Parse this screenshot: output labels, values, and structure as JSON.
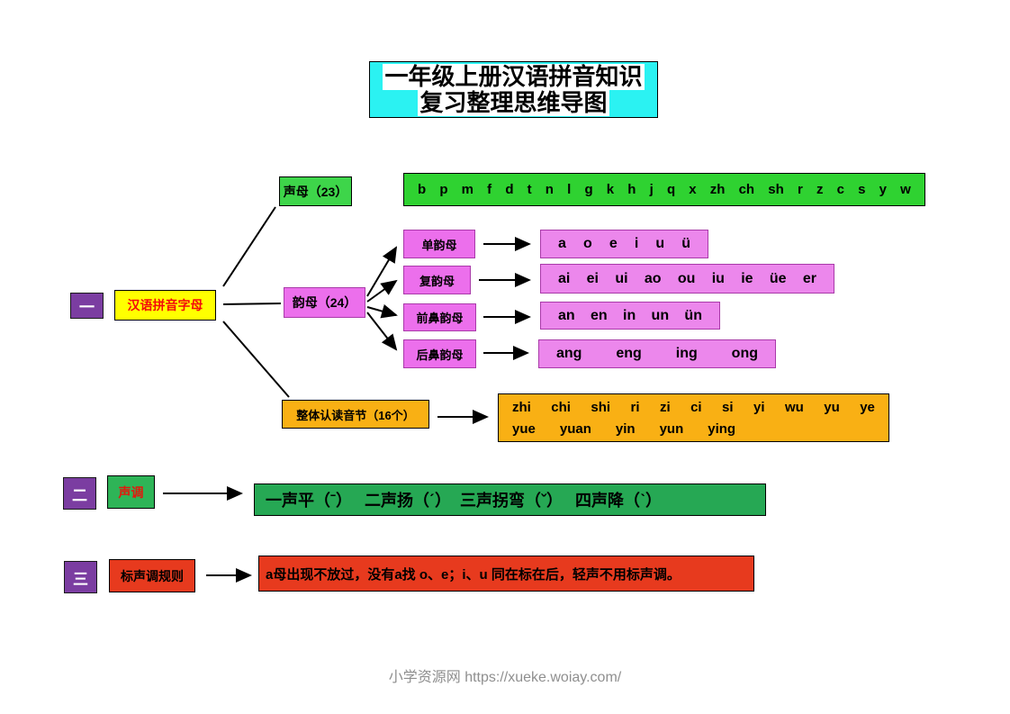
{
  "title": {
    "line1": "一年级上册汉语拼音知识",
    "line2": "复习整理思维导图"
  },
  "map": {
    "section1": {
      "index": "一",
      "root": "汉语拼音字母",
      "shengmu": {
        "label": "声母（23）",
        "letters": [
          "b",
          "p",
          "m",
          "f",
          "d",
          "t",
          "n",
          "l",
          "g",
          "k",
          "h",
          "j",
          "q",
          "x",
          "zh",
          "ch",
          "sh",
          "r",
          "z",
          "c",
          "s",
          "y",
          "w"
        ]
      },
      "yunmu": {
        "label": "韵母（24）",
        "dan": {
          "label": "单韵母",
          "letters": [
            "a",
            "o",
            "e",
            "i",
            "u",
            "ü"
          ]
        },
        "fu": {
          "label": "复韵母",
          "letters": [
            "ai",
            "ei",
            "ui",
            "ao",
            "ou",
            "iu",
            "ie",
            "üe",
            "er"
          ]
        },
        "qian": {
          "label": "前鼻韵母",
          "letters": [
            "an",
            "en",
            "in",
            "un",
            "ün"
          ]
        },
        "hou": {
          "label": "后鼻韵母",
          "letters": [
            "ang",
            "eng",
            "ing",
            "ong"
          ]
        }
      },
      "zhengti": {
        "label": "整体认读音节（16个）",
        "line1": [
          "zhi",
          "chi",
          "shi",
          "ri",
          "zi",
          "ci",
          "si",
          "yi",
          "wu",
          "yu",
          "ye"
        ],
        "line2": [
          "yue",
          "yuan",
          "yin",
          "yun",
          "ying"
        ]
      }
    },
    "section2": {
      "index": "二",
      "root": "声调",
      "content": "一声平（ˉ）　 二声扬（ˊ）  三声拐弯（ˇ）　 四声降（ˋ）"
    },
    "section3": {
      "index": "三",
      "root": "标声调规则",
      "content": "a母出现不放过，没有a找 o、e；i、u 同在标在后，轻声不用标声调。"
    }
  },
  "footer": "小学资源网 https://xueke.woiay.com/",
  "colors": {
    "title_bg": "#2bf2f2",
    "index_purple": "#7b3da1",
    "root_yellow": "#ffff00",
    "root_text_red": "#f40b0b",
    "green_label": "#3ed54a",
    "green_content": "#2fd231",
    "green_tone_label": "#2eb457",
    "green_tone_content": "#26a854",
    "violet_label": "#ec6fec",
    "violet_content": "#ec87ec",
    "orange": "#f9b014",
    "red": "#e73a1e"
  }
}
